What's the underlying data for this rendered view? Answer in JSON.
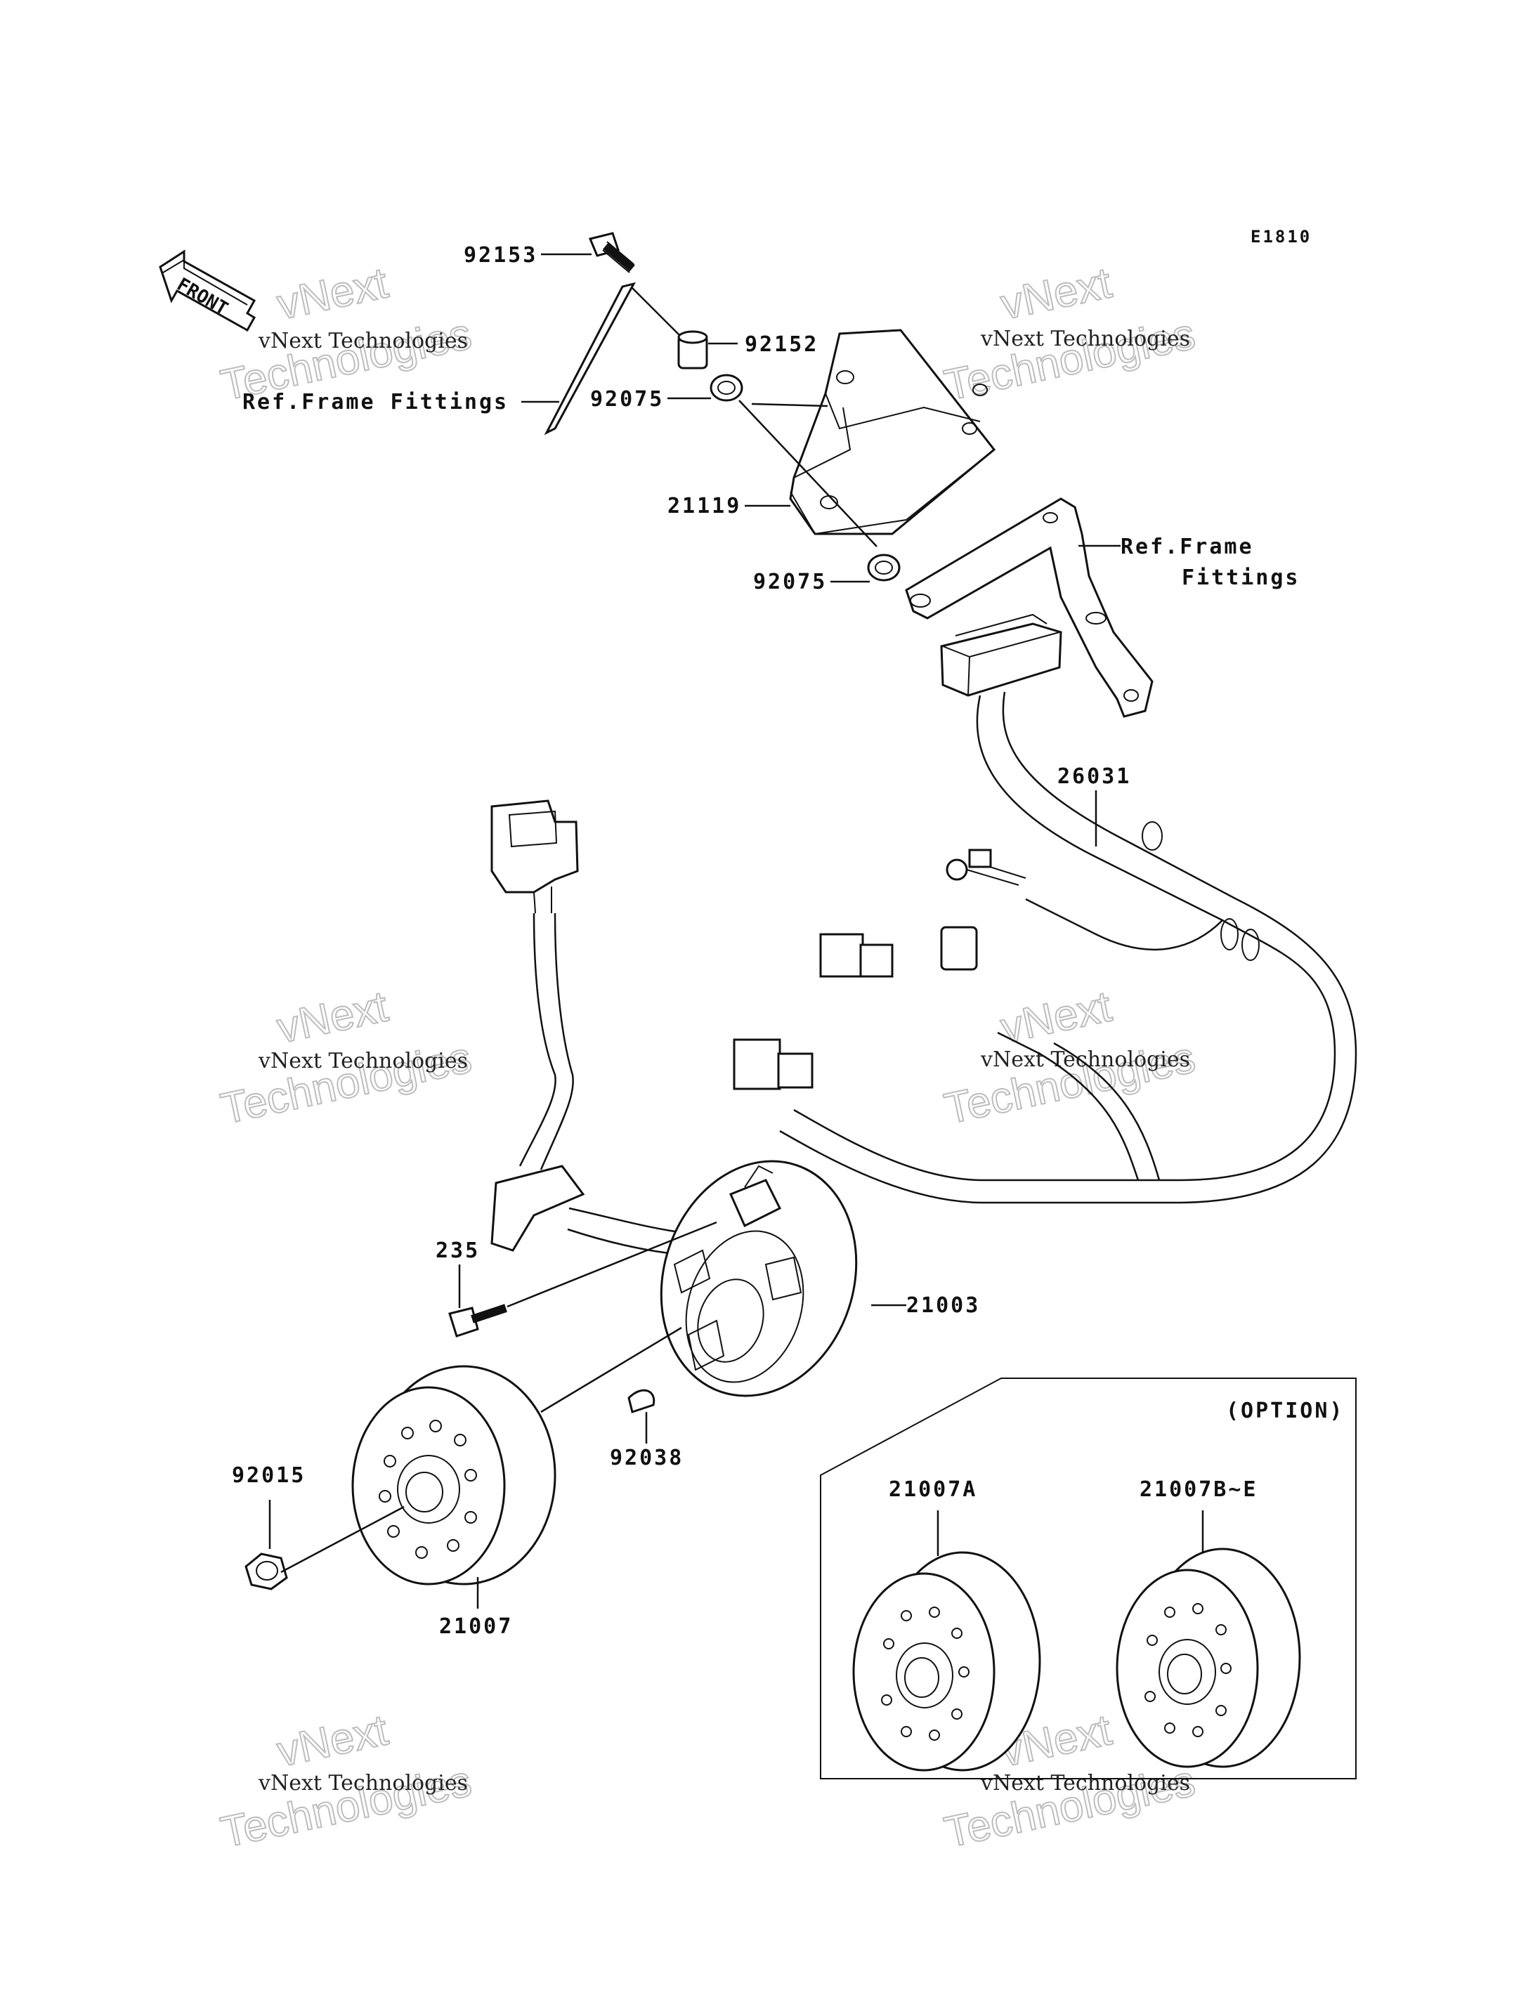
{
  "diagram_code": "E1810",
  "front_label": "FRONT",
  "option_label": "(OPTION)",
  "ref_frame_fittings_left": "Ref.Frame Fittings",
  "ref_frame_fittings_right_line1": "Ref.Frame",
  "ref_frame_fittings_right_line2": "Fittings",
  "parts": {
    "p92153": "92153",
    "p92152": "92152",
    "p92075_upper": "92075",
    "p21119": "21119",
    "p92075_lower": "92075",
    "p26031": "26031",
    "p235": "235",
    "p21003": "21003",
    "p92038": "92038",
    "p92015": "92015",
    "p21007": "21007",
    "p21007A": "21007A",
    "p21007BE": "21007B~E"
  },
  "watermark": {
    "line1": "vNext Technologies",
    "line2": "vNext",
    "line3": "Technologies"
  }
}
